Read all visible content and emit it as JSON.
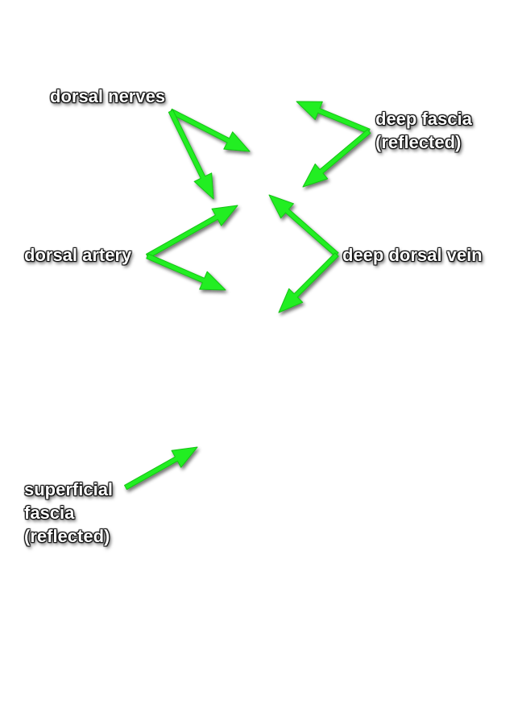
{
  "labels": {
    "dorsal_nerves": "dorsal nerves",
    "deep_fascia": [
      "deep fascia",
      "(reflected)"
    ],
    "dorsal_artery": "dorsal artery",
    "deep_dorsal_vein": "deep dorsal vein",
    "superficial_fascia": [
      "superficial",
      "fascia",
      "(reflected)"
    ]
  },
  "colors": {
    "arrow": "#22ee22",
    "label_text": "#ffffff",
    "label_outline": "#000000",
    "background": "#ffffff"
  }
}
